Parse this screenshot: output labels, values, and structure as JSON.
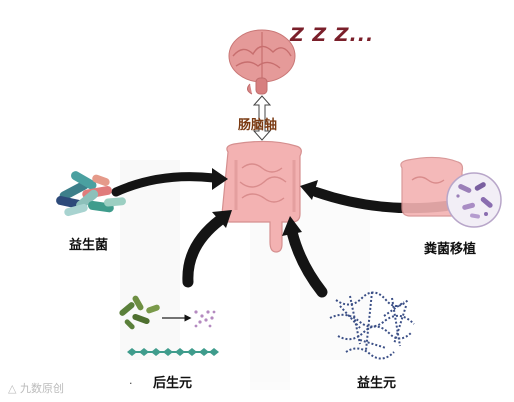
{
  "labels": {
    "probiotics": "益生菌",
    "postbiotics": "后生元",
    "prebiotics": "益生元",
    "fmt": "粪菌移植",
    "gut_brain_axis": "肠脑轴",
    "sleep": "Z Z Z...",
    "watermark": "△ 九数原创"
  },
  "colors": {
    "arrow": "#141414",
    "gut": "#f0a8a8",
    "brain": "#dd8c8c",
    "prebiotic_chain": "#3b4f86",
    "postbiotic_chain": "#3f9c8c"
  },
  "icons": [
    "brain-icon",
    "gut-icon",
    "bacteria-cluster-icon",
    "postbiotic-icon",
    "prebiotic-fiber-icon",
    "microscope-bubble-icon"
  ]
}
